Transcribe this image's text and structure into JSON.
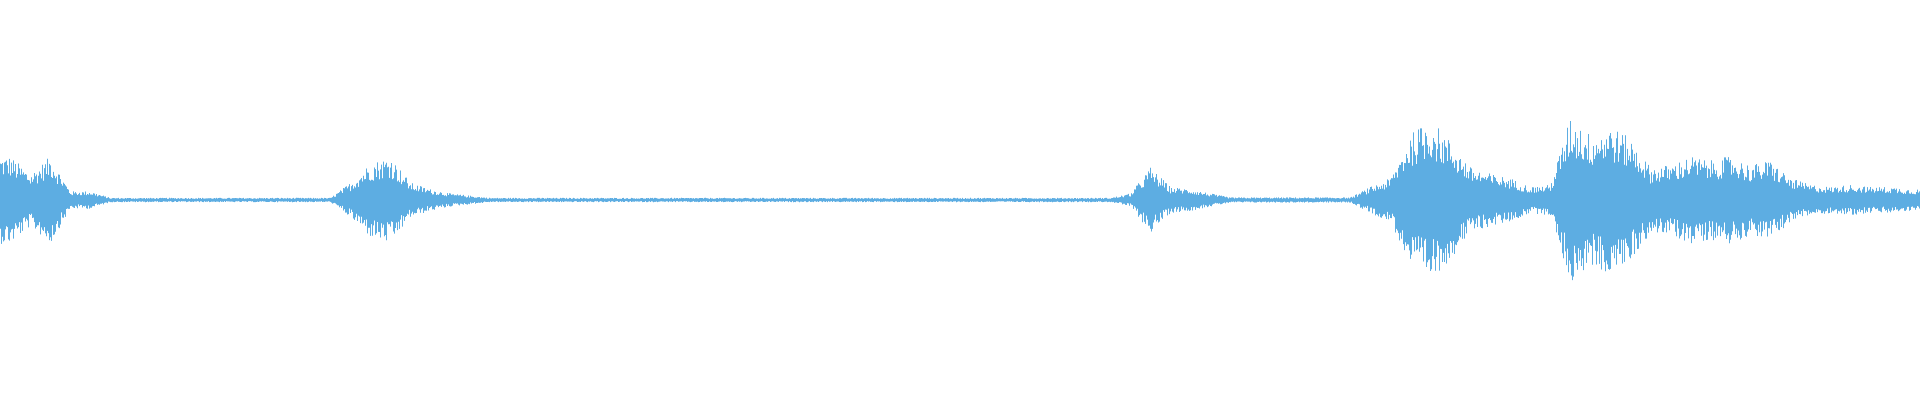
{
  "waveform": {
    "color": "#5DADE2",
    "background": "#ffffff",
    "amplitude_envelope": [
      0.2,
      0.12,
      0.2,
      0.04,
      0.04,
      0.01,
      0.01,
      0.01,
      0.01,
      0.01,
      0.01,
      0.01,
      0.01,
      0.01,
      0.01,
      0.01,
      0.01,
      0.08,
      0.17,
      0.2,
      0.08,
      0.05,
      0.03,
      0.02,
      0.01,
      0.01,
      0.01,
      0.01,
      0.01,
      0.01,
      0.01,
      0.01,
      0.01,
      0.01,
      0.01,
      0.01,
      0.01,
      0.01,
      0.01,
      0.01,
      0.01,
      0.01,
      0.01,
      0.01,
      0.01,
      0.01,
      0.01,
      0.01,
      0.01,
      0.01,
      0.01,
      0.01,
      0.01,
      0.01,
      0.01,
      0.01,
      0.03,
      0.15,
      0.06,
      0.05,
      0.03,
      0.012,
      0.012,
      0.012,
      0.012,
      0.012,
      0.012,
      0.012,
      0.06,
      0.1,
      0.3,
      0.37,
      0.27,
      0.15,
      0.12,
      0.1,
      0.06,
      0.07,
      0.38,
      0.3,
      0.34,
      0.28,
      0.15,
      0.16,
      0.2,
      0.18,
      0.2,
      0.16,
      0.18,
      0.1,
      0.07,
      0.06,
      0.07,
      0.06,
      0.06,
      0.05
    ]
  }
}
